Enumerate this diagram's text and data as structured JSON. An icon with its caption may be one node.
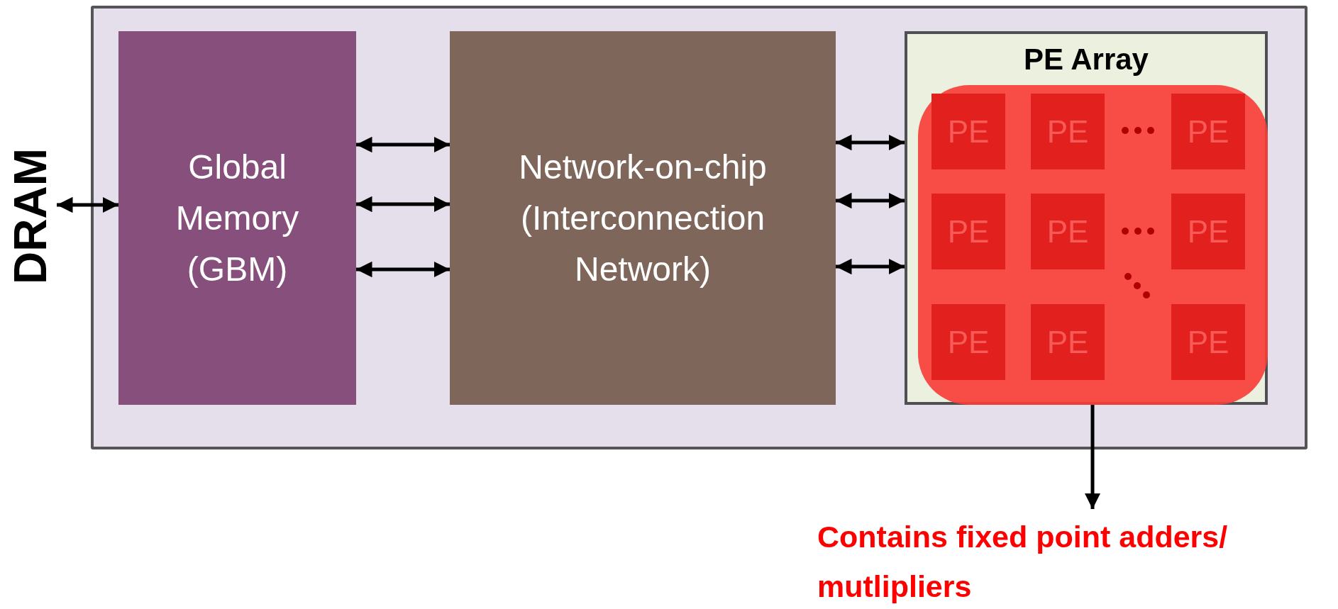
{
  "diagram": {
    "nodes": [
      {
        "text": [],
        "shape": "box"
      },
      {
        "text": [
          "DRAM"
        ]
      },
      {
        "text": [
          "Global Memory (GBM)"
        ],
        "in": 0
      },
      {
        "text": [
          "Network-on-chip (Interconnection Network)"
        ],
        "in": 0
      },
      {
        "text": [
          "PE Array"
        ],
        "in": 0
      },
      {
        "text": [],
        "shape": "box",
        "in": 4
      },
      {
        "text": [
          "PE"
        ],
        "in": 5
      },
      {
        "text": [
          "PE"
        ],
        "in": 5
      },
      {
        "text": [
          "PE"
        ],
        "in": 5
      },
      {
        "text": [
          "PE"
        ],
        "in": 5
      },
      {
        "text": [
          "PE"
        ],
        "in": 5
      },
      {
        "text": [
          "PE"
        ],
        "in": 5
      },
      {
        "text": [
          "PE"
        ],
        "in": 5
      },
      {
        "text": [
          "PE"
        ],
        "in": 5
      },
      {
        "text": [
          "PE"
        ],
        "in": 5
      },
      {
        "text": [
          "Contains fixed point adders/ mutlipliers"
        ]
      }
    ],
    "edges": [
      {
        "from": 1,
        "to": 2,
        "arrow": "both"
      },
      {
        "from": 2,
        "to": 3,
        "arrow": "both"
      },
      {
        "from": 2,
        "to": 3,
        "arrow": "both"
      },
      {
        "from": 2,
        "to": 3,
        "arrow": "both"
      },
      {
        "from": 3,
        "to": 4,
        "arrow": "both"
      },
      {
        "from": 3,
        "to": 4,
        "arrow": "both"
      },
      {
        "from": 3,
        "to": 4,
        "arrow": "both"
      },
      {
        "from": 4,
        "to": 15,
        "arrow": "to"
      }
    ]
  }
}
